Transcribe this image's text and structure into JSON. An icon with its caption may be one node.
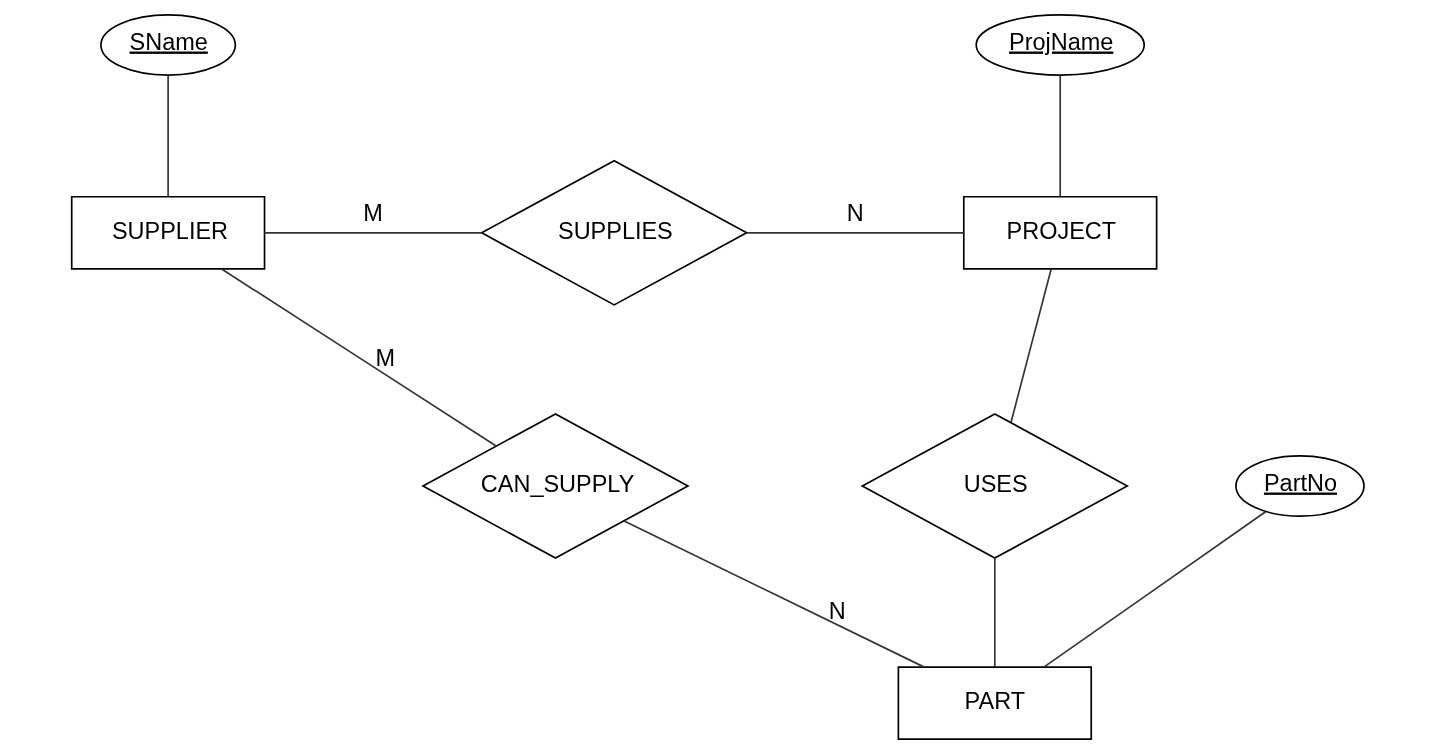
{
  "diagram": {
    "nodes": [
      {
        "text": [
          "SName"
        ]
      },
      {
        "text": [
          "ProjName"
        ]
      },
      {
        "text": [
          "SUPPLIER"
        ]
      },
      {
        "text": [
          "SUPPLIES"
        ]
      },
      {
        "text": [
          "PROJECT"
        ]
      },
      {
        "text": [
          "CAN_SUPPLY"
        ]
      },
      {
        "text": [
          "USES"
        ]
      },
      {
        "text": [
          "PartNo"
        ]
      },
      {
        "text": [
          "PART"
        ]
      }
    ],
    "edges": [
      {
        "from": 0,
        "to": 2,
        "arrow": "none"
      },
      {
        "from": 1,
        "to": 4,
        "arrow": "none"
      },
      {
        "from": 2,
        "to": 3,
        "arrow": "none",
        "label": "M"
      },
      {
        "from": 3,
        "to": 4,
        "arrow": "none",
        "label": "N"
      },
      {
        "from": 2,
        "to": 5,
        "arrow": "none",
        "label": "M"
      },
      {
        "from": 5,
        "to": 8,
        "arrow": "none",
        "label": "N"
      },
      {
        "from": 4,
        "to": 6,
        "arrow": "none"
      },
      {
        "from": 6,
        "to": 8,
        "arrow": "none"
      },
      {
        "from": 7,
        "to": 8,
        "arrow": "none"
      }
    ]
  }
}
